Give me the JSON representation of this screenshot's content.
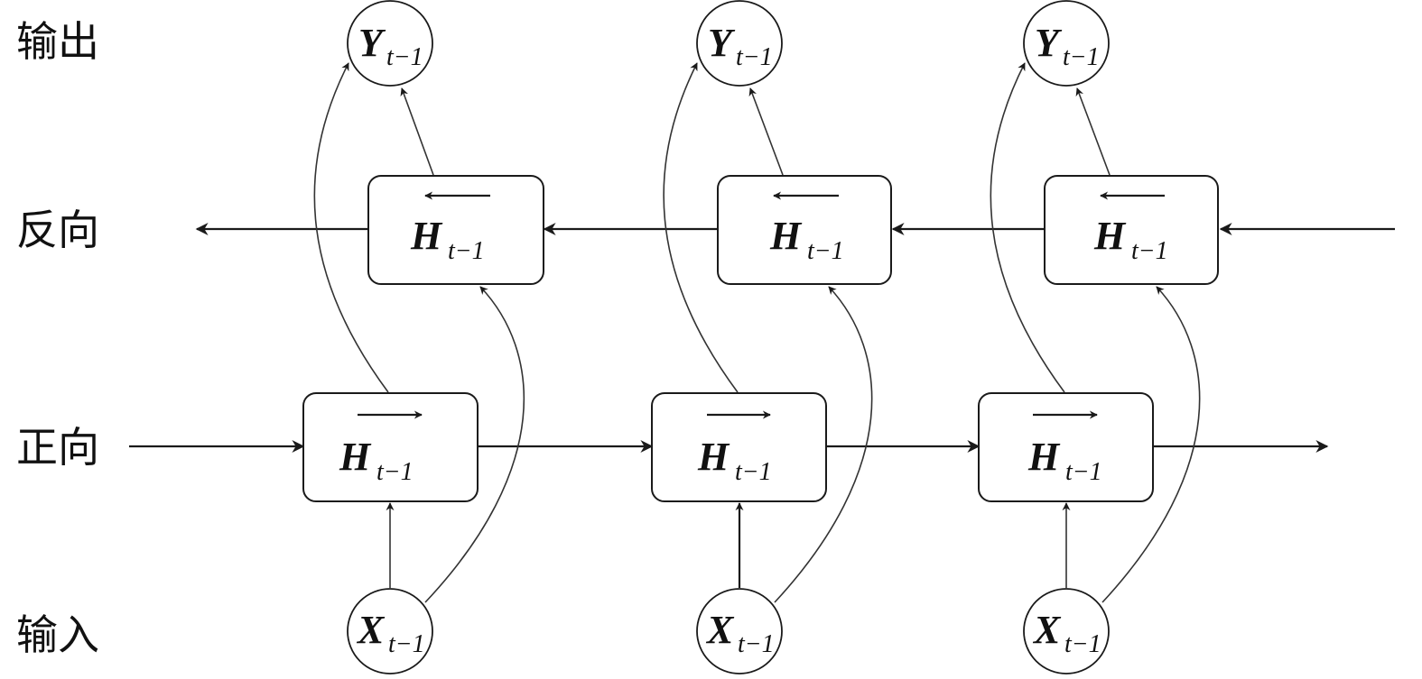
{
  "rows": {
    "output": "输出",
    "backward": "反向",
    "forward": "正向",
    "input": "输入"
  },
  "cells": [
    {
      "input": {
        "main": "X",
        "sub": "t−1"
      },
      "forward": {
        "main": "H",
        "sub": "t−1"
      },
      "backward": {
        "main": "H",
        "sub": "t−1"
      },
      "output": {
        "main": "Y",
        "sub": "t−1"
      }
    },
    {
      "input": {
        "main": "X",
        "sub": "t−1"
      },
      "forward": {
        "main": "H",
        "sub": "t−1"
      },
      "backward": {
        "main": "H",
        "sub": "t−1"
      },
      "output": {
        "main": "Y",
        "sub": "t−1"
      }
    },
    {
      "input": {
        "main": "X",
        "sub": "t−1"
      },
      "forward": {
        "main": "H",
        "sub": "t−1"
      },
      "backward": {
        "main": "H",
        "sub": "t−1"
      },
      "output": {
        "main": "Y",
        "sub": "t−1"
      }
    }
  ]
}
